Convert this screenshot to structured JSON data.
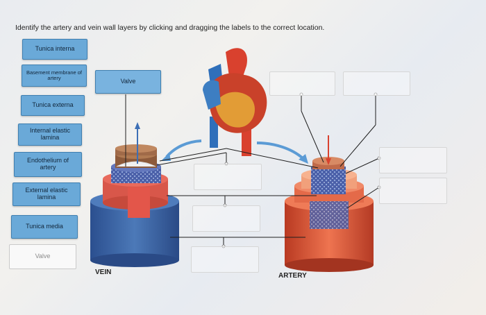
{
  "instruction": "Identify the artery and vein wall layers by clicking and dragging the labels to the correct location.",
  "labels": [
    "Tunica interna",
    "Basement membrane of artery",
    "Tunica externa",
    "Internal elastic lamina",
    "Endothelium of artery",
    "External elastic lamina",
    "Tunica media",
    "Valve"
  ],
  "placed_label": "Valve",
  "captions": {
    "vein": "VEIN",
    "artery": "ARTERY"
  },
  "colors": {
    "label_fill": "#6aa9d8",
    "label_border": "#3f7fb0",
    "accent_blue": "#3d7ec2",
    "accent_red": "#d9412e"
  }
}
